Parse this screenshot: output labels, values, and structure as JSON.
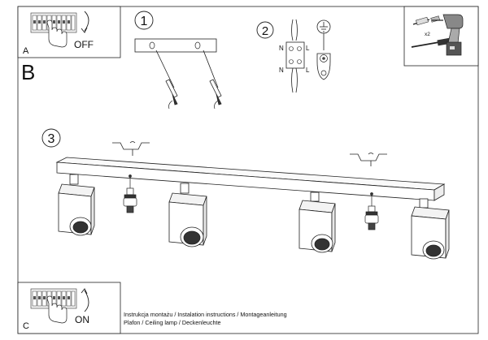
{
  "panels": {
    "a": {
      "letter": "A",
      "action": "OFF"
    },
    "b": {
      "letter": "B"
    },
    "c": {
      "letter": "C",
      "action": "ON"
    }
  },
  "steps": [
    "1",
    "2",
    "3"
  ],
  "wiring": {
    "neutral": "N",
    "live": "L"
  },
  "tools": {
    "multiplier": "x2"
  },
  "footer": {
    "line1": "Instrukcja montażu / Instalation instructions / Montageanleitung",
    "line2": "Plafon / Ceiling lamp / Deckenleuchte"
  }
}
